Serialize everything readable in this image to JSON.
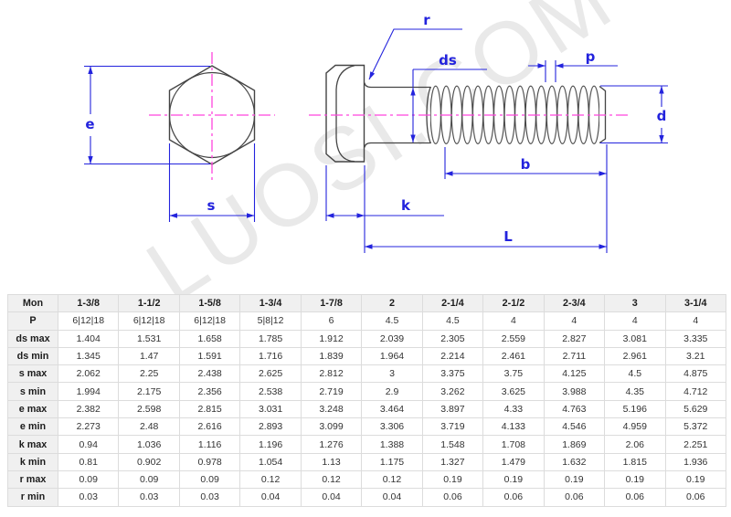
{
  "watermark": {
    "text": "LUOSI.COM"
  },
  "drawing": {
    "labels": {
      "e": "e",
      "s": "s",
      "r": "r",
      "ds": "ds",
      "p": "p",
      "d": "d",
      "b": "b",
      "k": "k",
      "L": "L"
    },
    "colors": {
      "dimension_blue": "#2323dd",
      "centerline_pink": "#ff44dd",
      "line_dark": "#444444",
      "watermark_gray": "#e9e9e9"
    }
  },
  "table": {
    "header": [
      "Mon",
      "1-3/8",
      "1-1/2",
      "1-5/8",
      "1-3/4",
      "1-7/8",
      "2",
      "2-1/4",
      "2-1/2",
      "2-3/4",
      "3",
      "3-1/4"
    ],
    "rows": [
      {
        "label": "P",
        "values": [
          "6|12|18",
          "6|12|18",
          "6|12|18",
          "5|8|12",
          "6",
          "4.5",
          "4.5",
          "4",
          "4",
          "4",
          "4"
        ]
      },
      {
        "label": "ds max",
        "values": [
          "1.404",
          "1.531",
          "1.658",
          "1.785",
          "1.912",
          "2.039",
          "2.305",
          "2.559",
          "2.827",
          "3.081",
          "3.335"
        ]
      },
      {
        "label": "ds min",
        "values": [
          "1.345",
          "1.47",
          "1.591",
          "1.716",
          "1.839",
          "1.964",
          "2.214",
          "2.461",
          "2.711",
          "2.961",
          "3.21"
        ]
      },
      {
        "label": "s max",
        "values": [
          "2.062",
          "2.25",
          "2.438",
          "2.625",
          "2.812",
          "3",
          "3.375",
          "3.75",
          "4.125",
          "4.5",
          "4.875"
        ]
      },
      {
        "label": "s min",
        "values": [
          "1.994",
          "2.175",
          "2.356",
          "2.538",
          "2.719",
          "2.9",
          "3.262",
          "3.625",
          "3.988",
          "4.35",
          "4.712"
        ]
      },
      {
        "label": "e max",
        "values": [
          "2.382",
          "2.598",
          "2.815",
          "3.031",
          "3.248",
          "3.464",
          "3.897",
          "4.33",
          "4.763",
          "5.196",
          "5.629"
        ]
      },
      {
        "label": "e min",
        "values": [
          "2.273",
          "2.48",
          "2.616",
          "2.893",
          "3.099",
          "3.306",
          "3.719",
          "4.133",
          "4.546",
          "4.959",
          "5.372"
        ]
      },
      {
        "label": "k max",
        "values": [
          "0.94",
          "1.036",
          "1.116",
          "1.196",
          "1.276",
          "1.388",
          "1.548",
          "1.708",
          "1.869",
          "2.06",
          "2.251"
        ]
      },
      {
        "label": "k min",
        "values": [
          "0.81",
          "0.902",
          "0.978",
          "1.054",
          "1.13",
          "1.175",
          "1.327",
          "1.479",
          "1.632",
          "1.815",
          "1.936"
        ]
      },
      {
        "label": "r max",
        "values": [
          "0.09",
          "0.09",
          "0.09",
          "0.12",
          "0.12",
          "0.12",
          "0.19",
          "0.19",
          "0.19",
          "0.19",
          "0.19"
        ]
      },
      {
        "label": "r min",
        "values": [
          "0.03",
          "0.03",
          "0.03",
          "0.04",
          "0.04",
          "0.04",
          "0.06",
          "0.06",
          "0.06",
          "0.06",
          "0.06"
        ]
      }
    ]
  }
}
